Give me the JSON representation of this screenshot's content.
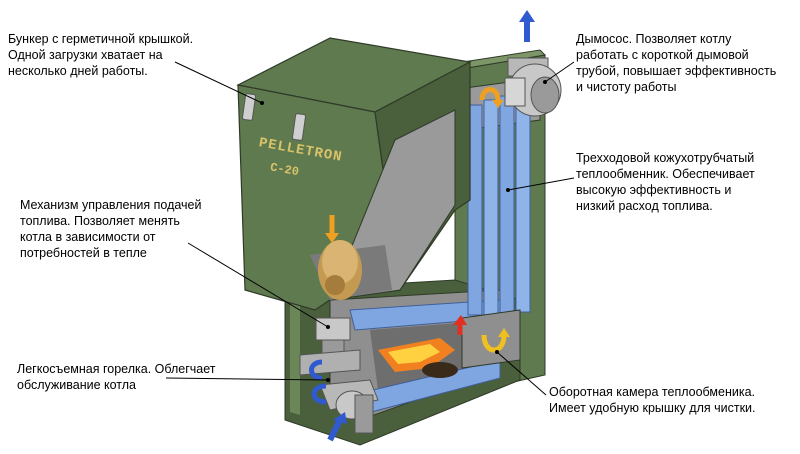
{
  "brand": {
    "name": "PELLETRON",
    "model": "C-20"
  },
  "callouts": {
    "hopper": "Бункер с герметичной крышкой.\nОдной загрузки хватает на\nнесколько дней работы.",
    "feed": "Механизм управления подачей\nтоплива. Позволяет менять\nкотла в зависимости от\nпотребностей в тепле",
    "burner": "Легкосъемная горелка. Облегчает\nобслуживание котла",
    "fan": "Дымосос. Позволяет котлу\nработать с короткой дымовой\nтрубой, повышает эффективность\nи чистоту работы",
    "exchanger": "Трехходовой  кожухотрубчатый\nтеплообменник. Обеспечивает\nвысокую эффективность и\nнизкий расход топлива.",
    "chamber": "Оборотная камера теплообменика.\nИмеет удобную крышку для чистки."
  },
  "colors": {
    "body": "#5f7a4e",
    "body_dark": "#4a5f3c",
    "body_light": "#7d9668",
    "interior": "#9a9a9a",
    "tubes": "#7fa6e0",
    "arrow_blue": "#2f5ad0",
    "arrow_orange": "#f0a020",
    "arrow_red": "#e03020",
    "brand_text": "#d9c36a"
  }
}
